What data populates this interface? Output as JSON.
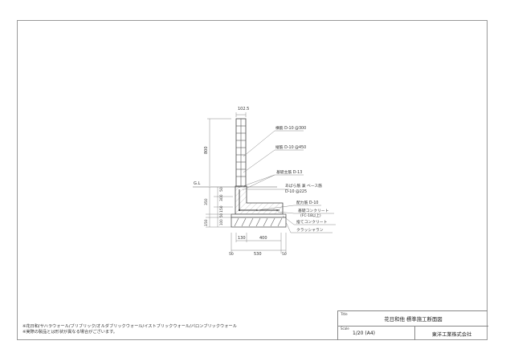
{
  "drawing": {
    "top_dimension": "102.5",
    "wall_height": "800",
    "gl_label": "G.L",
    "dims_left": [
      "50",
      "300",
      "350",
      "150",
      "50",
      "100",
      "150"
    ],
    "dims_bottom_inner": [
      "130",
      "400"
    ],
    "dims_bottom_outer": [
      "50",
      "530",
      "50"
    ],
    "callouts": [
      {
        "id": "horizontal-rebar",
        "text": "横筋 D-10 @300"
      },
      {
        "id": "vertical-rebar",
        "text": "縦筋 D-10 @450"
      },
      {
        "id": "foundation-main-rebar",
        "text": "基礎主筋 D-13"
      },
      {
        "id": "bent-rebar-line1",
        "text": "あばら筋 兼 ベース筋"
      },
      {
        "id": "bent-rebar-line2",
        "text": "D-10 @225"
      },
      {
        "id": "distribution-rebar",
        "text": "配力筋 D-10"
      },
      {
        "id": "foundation-concrete-line1",
        "text": "基礎コンクリート"
      },
      {
        "id": "foundation-concrete-line2",
        "text": "(FC-18以上)"
      },
      {
        "id": "leveling-concrete",
        "text": "捨てコンクリート"
      },
      {
        "id": "crusher-run",
        "text": "クラッシャラン"
      }
    ]
  },
  "notes": [
    "※花日和/サハラウォール/ブリブリック/オルダブリックウォール/イストブリックウォール/バロンブリックウォール",
    "※実際の製品とは形状が異なる場合がございます。"
  ],
  "title_block": {
    "title_label": "Title",
    "title": "花日和他 標準施工断面図",
    "scale_label": "Scale",
    "scale": "1/20 (A4)",
    "company": "東洋工業株式会社"
  }
}
